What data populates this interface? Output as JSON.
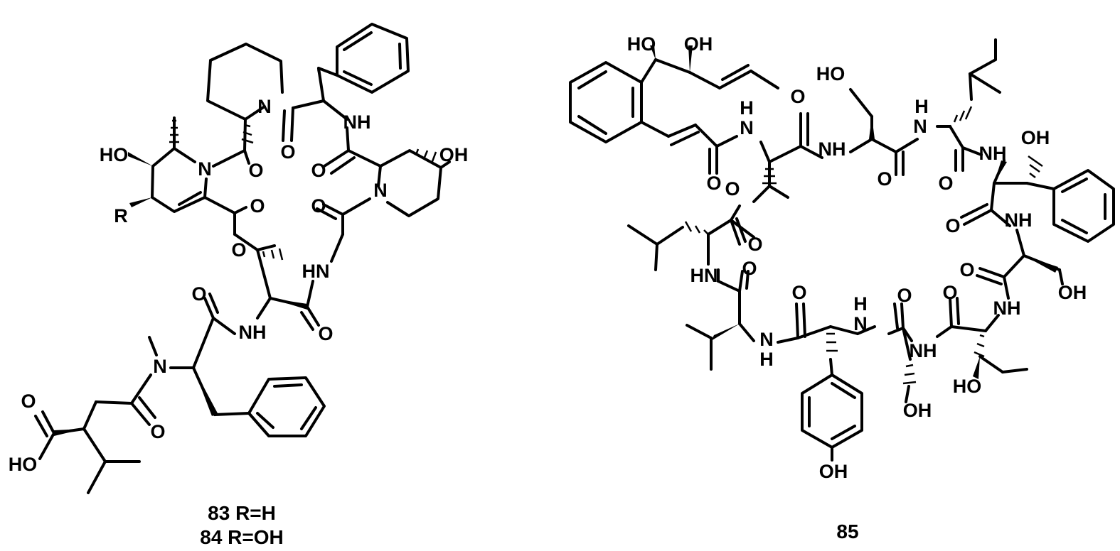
{
  "figure": {
    "left": {
      "labels": [
        "83 R=H",
        "84 R=OH"
      ],
      "atoms": {
        "oh_top_right": "OH",
        "ho_left": "HO",
        "r_group": "R",
        "n_pip_top": "N",
        "n_ring_left": "N",
        "nh_phe": "NH",
        "o_pip_amide": "O",
        "o_left_amide": "O",
        "o_pip_carbonyl": "O",
        "o_ester_carbonyl": "O",
        "n_pip_lower": "N",
        "o_glycine": "O",
        "o_ester": "O",
        "hn_gly": "HN",
        "o_amide_a": "O",
        "nh_thr": "NH",
        "o_thr": "O",
        "n_methyl": "N",
        "o_amide_b": "O",
        "o_acid": "O",
        "ho_acid": "HO"
      }
    },
    "right": {
      "label": "85",
      "atoms": {
        "ho_1": "HO",
        "oh_2": "OH",
        "ho_ser1": "HO",
        "o_1": "O",
        "h_1": "H",
        "n_1": "N",
        "h_2": "H",
        "n_2": "N",
        "nh_ser": "NH",
        "o_2": "O",
        "o_3": "O",
        "oh_phe": "OH",
        "nh_leu": "NH",
        "o_4": "O",
        "o_5": "O",
        "o_6": "O",
        "o_7": "O",
        "nh_b": "NH",
        "hn_c": "HN",
        "o_8": "O",
        "o_9": "O",
        "oh_ser": "OH",
        "o_10": "O",
        "nh_d": "NH",
        "o_11": "O",
        "o_12": "O",
        "h_3": "H",
        "n_3": "N",
        "n_4": "N",
        "h_4": "H",
        "nh_e": "NH",
        "ho_thr": "HO",
        "oh_ser2": "OH",
        "oh_tyr": "OH"
      }
    }
  }
}
